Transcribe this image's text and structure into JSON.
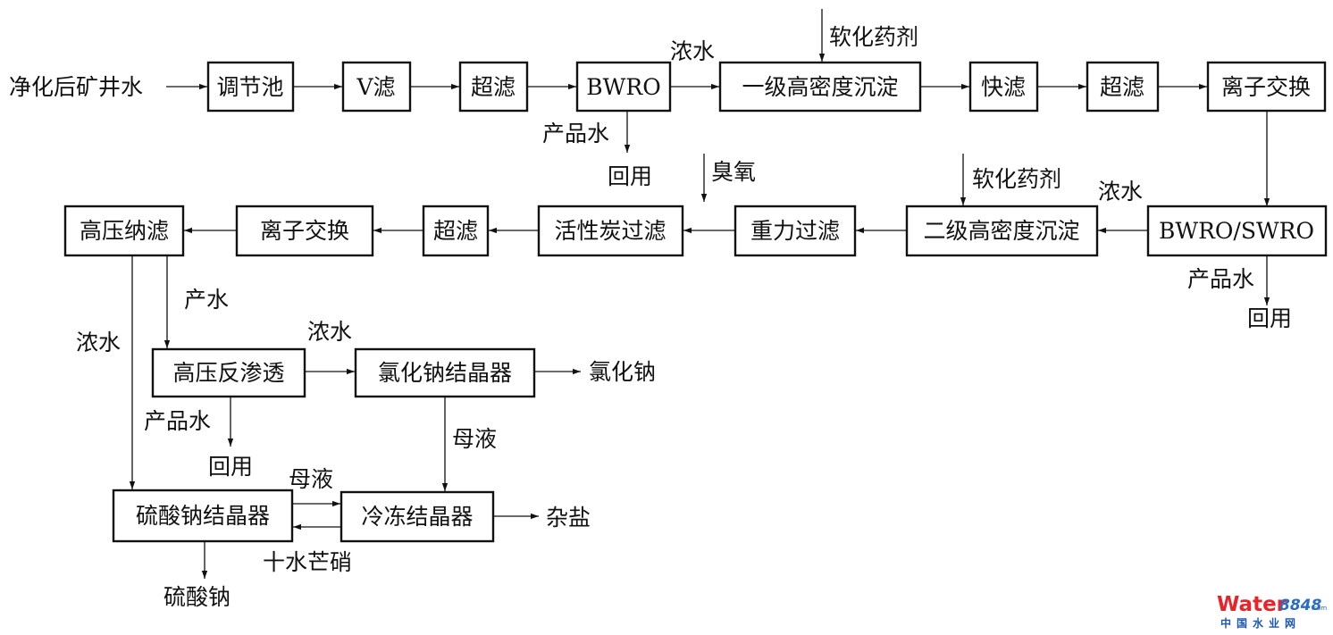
{
  "boxes": {
    "tiaojiechi": "调节池",
    "vfilter": "V滤",
    "uf1": "超滤",
    "bwro": "BWRO",
    "hds1": "一级高密度沉淀",
    "fast_filter": "快滤",
    "uf2": "超滤",
    "ix1": "离子交换",
    "bwro_swro": "BWRO/SWRO",
    "hds2": "二级高密度沉淀",
    "gravity_filter": "重力过滤",
    "carbon_filter": "活性炭过滤",
    "uf3": "超滤",
    "ix2": "离子交换",
    "hp_nf": "高压纳滤",
    "hp_ro": "高压反渗透",
    "nacl_crystallizer": "氯化钠结晶器",
    "na2so4_crystallizer": "硫酸钠结晶器",
    "freeze_crystallizer": "冷冻结晶器"
  },
  "labels": {
    "inlet": "净化后矿井水",
    "concentrate_1": "浓水",
    "softener_1": "软化药剂",
    "product_water_1": "产品水",
    "reuse_1": "回用",
    "ozone": "臭氧",
    "softener_2": "软化药剂",
    "concentrate_2": "浓水",
    "product_water_2": "产品水",
    "reuse_2": "回用",
    "permeate": "产水",
    "concentrate_3": "浓水",
    "concentrate_4": "浓水",
    "sodium_chloride": "氯化钠",
    "mother_liquor_1": "母液",
    "product_water_3": "产品水",
    "reuse_3": "回用",
    "mother_liquor_2": "母液",
    "mixed_salt": "杂盐",
    "glauber_salt": "十水芒硝",
    "sodium_sulfate": "硫酸钠"
  },
  "watermark": {
    "brand": "Water",
    "number": "8848",
    "domain": ".com",
    "subtitle": "中国水业网"
  }
}
